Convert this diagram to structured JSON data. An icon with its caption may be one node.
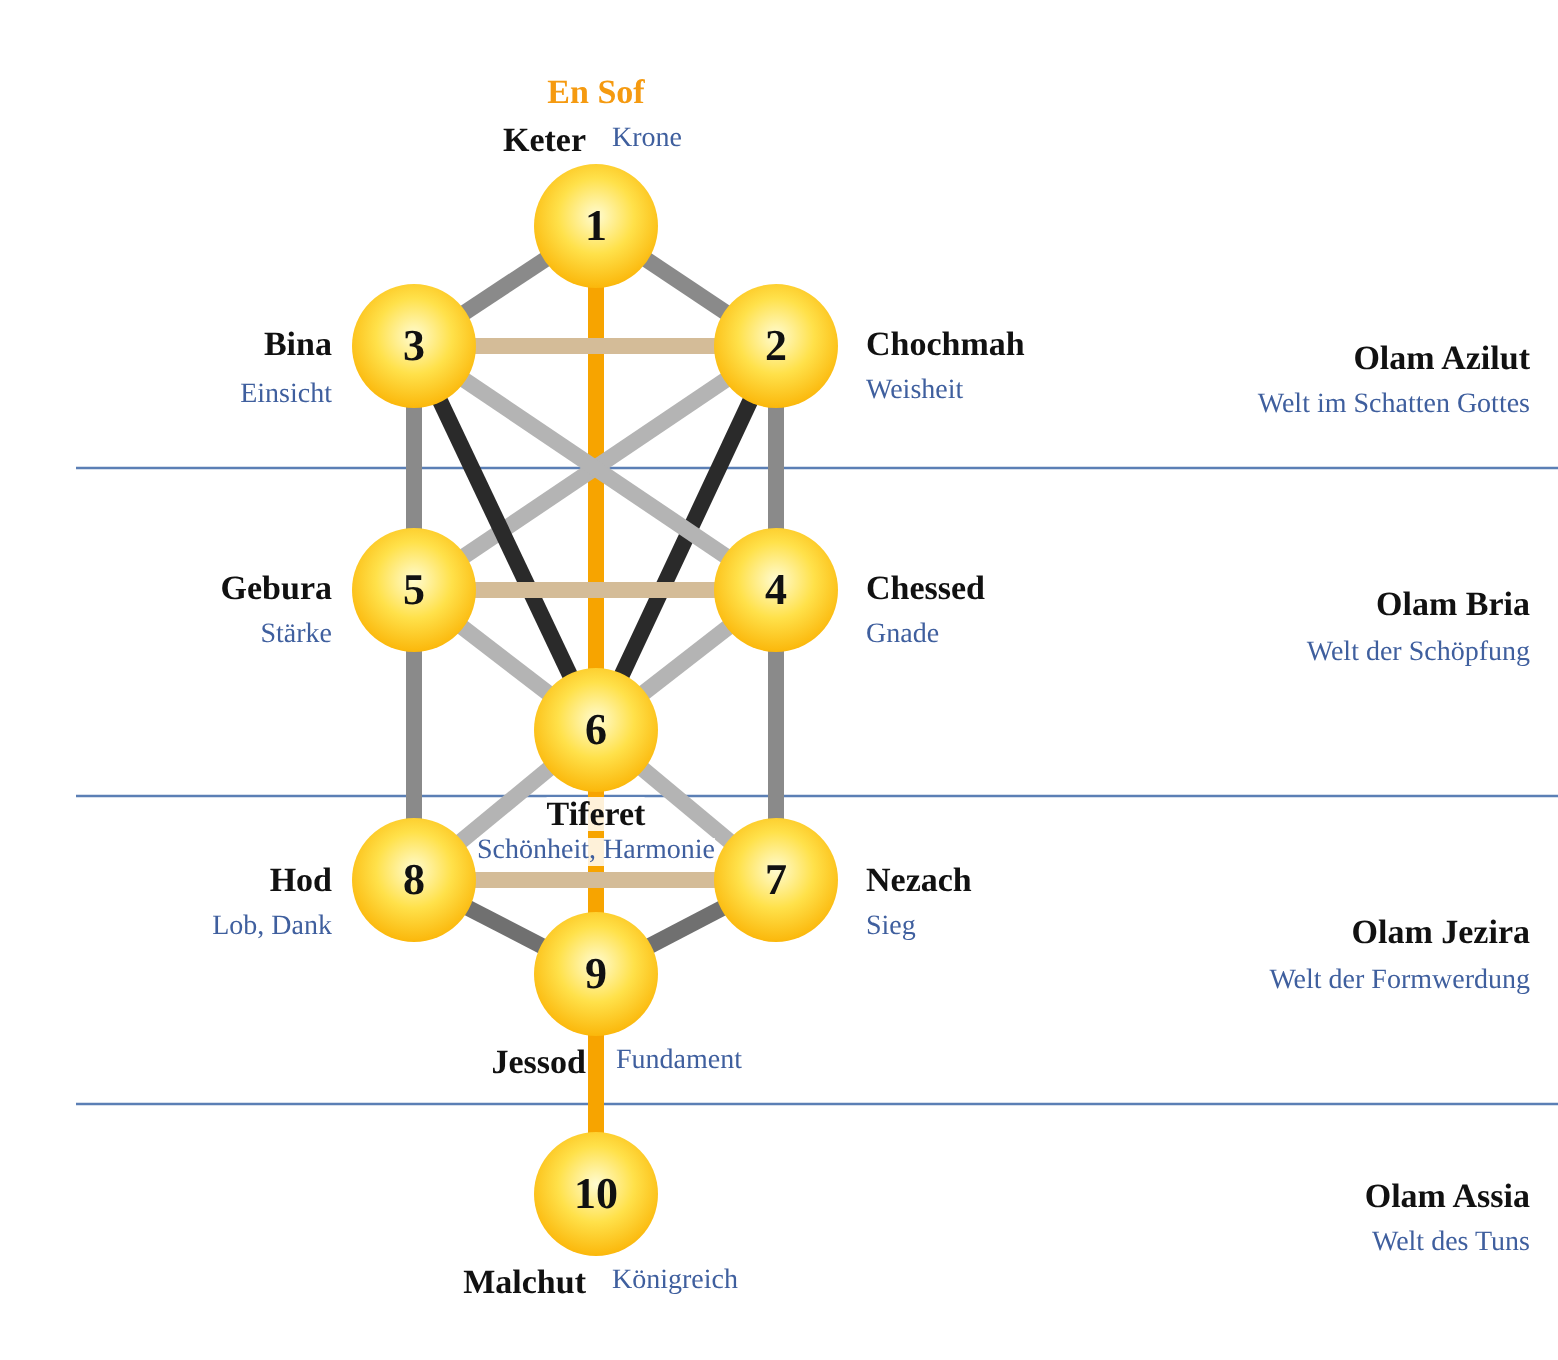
{
  "diagram": {
    "nodes": [
      {
        "text": [
          "1"
        ],
        "beside": [
          "Keter",
          "Krone"
        ]
      },
      {
        "text": [
          "2"
        ],
        "beside": [
          "Chochmah",
          "Weisheit"
        ]
      },
      {
        "text": [
          "3"
        ],
        "beside": [
          "Bina",
          "Einsicht"
        ]
      },
      {
        "text": [
          "4"
        ],
        "beside": [
          "Chessed",
          "Gnade"
        ]
      },
      {
        "text": [
          "5"
        ],
        "beside": [
          "Gebura",
          "Stärke"
        ]
      },
      {
        "text": [
          "6"
        ],
        "beside": [
          "Tiferet",
          "Schönheit, Harmonie"
        ]
      },
      {
        "text": [
          "7"
        ],
        "beside": [
          "Nezach",
          "Sieg"
        ]
      },
      {
        "text": [
          "8"
        ],
        "beside": [
          "Hod",
          "Lob, Dank"
        ]
      },
      {
        "text": [
          "9"
        ],
        "beside": [
          "Jessod",
          "Fundament"
        ]
      },
      {
        "text": [
          "10"
        ],
        "beside": [
          "Malchut",
          "Königreich"
        ]
      }
    ],
    "edges": [
      {
        "from": 0,
        "to": 1,
        "arrow": "none"
      },
      {
        "from": 0,
        "to": 2,
        "arrow": "none"
      },
      {
        "from": 0,
        "to": 5,
        "arrow": "none",
        "color": "#f7a400"
      },
      {
        "from": 2,
        "to": 1,
        "arrow": "none",
        "color": "#d4bc98"
      },
      {
        "from": 1,
        "to": 3,
        "arrow": "none"
      },
      {
        "from": 1,
        "to": 4,
        "arrow": "none",
        "color": "#b4b4b4"
      },
      {
        "from": 1,
        "to": 5,
        "arrow": "none",
        "color": "#2a2a2a"
      },
      {
        "from": 2,
        "to": 4,
        "arrow": "none"
      },
      {
        "from": 2,
        "to": 3,
        "arrow": "none",
        "color": "#b4b4b4"
      },
      {
        "from": 2,
        "to": 5,
        "arrow": "none",
        "color": "#2a2a2a"
      },
      {
        "from": 4,
        "to": 3,
        "arrow": "none",
        "color": "#d4bc98"
      },
      {
        "from": 4,
        "to": 5,
        "arrow": "none",
        "color": "#b4b4b4"
      },
      {
        "from": 3,
        "to": 5,
        "arrow": "none",
        "color": "#b4b4b4"
      },
      {
        "from": 3,
        "to": 6,
        "arrow": "none"
      },
      {
        "from": 4,
        "to": 7,
        "arrow": "none"
      },
      {
        "from": 5,
        "to": 7,
        "arrow": "none",
        "color": "#b4b4b4"
      },
      {
        "from": 5,
        "to": 6,
        "arrow": "none",
        "color": "#b4b4b4"
      },
      {
        "from": 5,
        "to": 8,
        "arrow": "none",
        "color": "#f7a400"
      },
      {
        "from": 7,
        "to": 6,
        "arrow": "none",
        "color": "#d4bc98"
      },
      {
        "from": 7,
        "to": 8,
        "arrow": "none",
        "color": "#707070"
      },
      {
        "from": 6,
        "to": 8,
        "arrow": "none",
        "color": "#707070"
      },
      {
        "from": 8,
        "to": 9,
        "arrow": "none",
        "color": "#f7a400"
      }
    ],
    "labels": [
      "En Sof",
      "Olam Azilut",
      "Welt im Schatten Gottes",
      "Olam Bria",
      "Welt der Schöpfung",
      "Olam Jezira",
      "Welt der Formwerdung",
      "Olam Assia",
      "Welt des Tuns"
    ]
  }
}
